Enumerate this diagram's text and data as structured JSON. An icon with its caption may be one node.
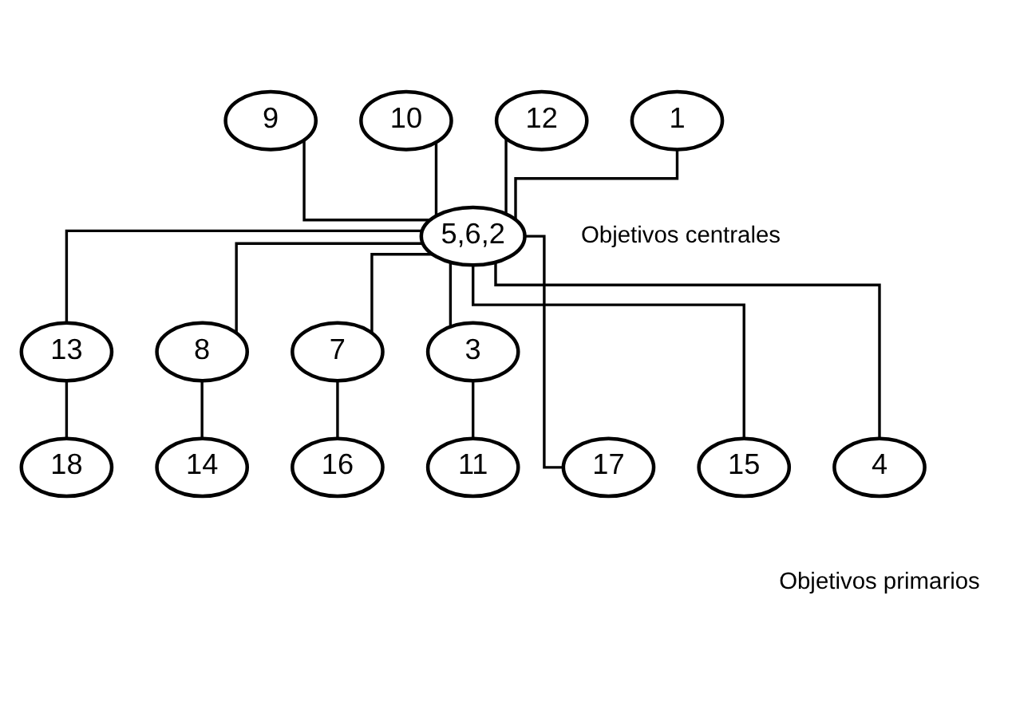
{
  "diagram": {
    "nodes": [
      {
        "text": [
          "9"
        ]
      },
      {
        "text": [
          "10"
        ]
      },
      {
        "text": [
          "12"
        ]
      },
      {
        "text": [
          "1"
        ]
      },
      {
        "text": [
          "5,6,2"
        ]
      },
      {
        "text": [
          "13"
        ]
      },
      {
        "text": [
          "8"
        ]
      },
      {
        "text": [
          "7"
        ]
      },
      {
        "text": [
          "3"
        ]
      },
      {
        "text": [
          "18"
        ]
      },
      {
        "text": [
          "17"
        ]
      },
      {
        "text": [
          "15"
        ]
      },
      {
        "text": [
          "14"
        ]
      },
      {
        "text": [
          "4"
        ]
      },
      {
        "text": [
          "16"
        ]
      },
      {
        "text": [
          "11"
        ]
      }
    ],
    "edges": [
      {
        "from": 0,
        "to": 4,
        "arrow": "none"
      },
      {
        "from": 1,
        "to": 4,
        "arrow": "none"
      },
      {
        "from": 2,
        "to": 4,
        "arrow": "none"
      },
      {
        "from": 3,
        "to": 4,
        "arrow": "none"
      },
      {
        "from": 4,
        "to": 5,
        "arrow": "none"
      },
      {
        "from": 4,
        "to": 10,
        "arrow": "none"
      },
      {
        "from": 4,
        "to": 11,
        "arrow": "none"
      },
      {
        "from": 4,
        "to": 6,
        "arrow": "none"
      },
      {
        "from": 4,
        "to": 13,
        "arrow": "none"
      },
      {
        "from": 4,
        "to": 7,
        "arrow": "none"
      },
      {
        "from": 4,
        "to": 8,
        "arrow": "none"
      },
      {
        "from": 5,
        "to": 9,
        "arrow": "none"
      },
      {
        "from": 6,
        "to": 12,
        "arrow": "none"
      },
      {
        "from": 7,
        "to": 14,
        "arrow": "none"
      },
      {
        "from": 8,
        "to": 15,
        "arrow": "none"
      }
    ],
    "labels": [
      "Objetivos centrales",
      "Objetivos primarios"
    ]
  }
}
